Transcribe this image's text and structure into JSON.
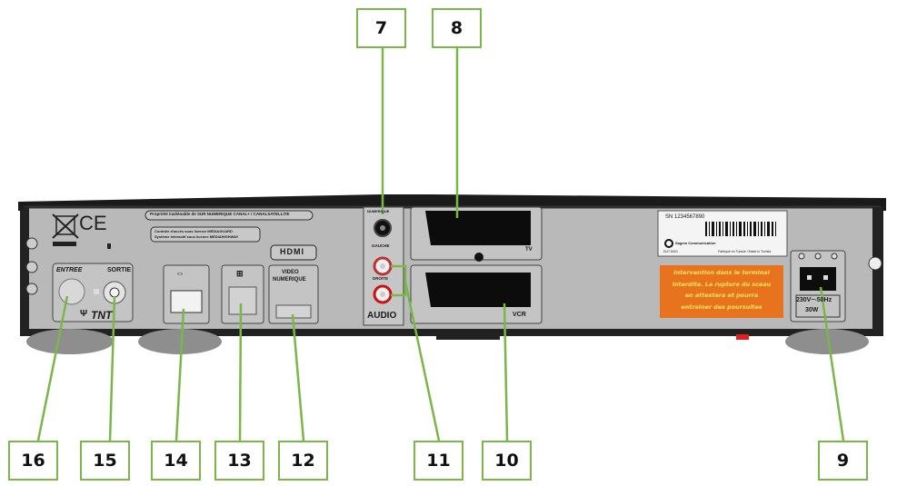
{
  "callouts": {
    "c7": "7",
    "c8": "8",
    "c9": "9",
    "c10": "10",
    "c11": "11",
    "c12": "12",
    "c13": "13",
    "c14": "14",
    "c15": "15",
    "c16": "16"
  },
  "panel": {
    "ce_mark": "CE",
    "property_text": "Propriété inaliénable de SUR NUMERIQUE CANAL+ / CANALSATELLITE",
    "access_text_1": "Contrôle d'accès sous licence MEDIAGUARD",
    "access_text_2": "Système interactif sous licence MEDIAHIGHWAY",
    "entree": "ENTREE",
    "sortie": "SORTIE",
    "tnt": "TNT",
    "hdmi_logo": "HDMI",
    "video_numerique_1": "VIDEO",
    "video_numerique_2": "NUMERIQUE",
    "audio_numerique": "NUMERIQUE",
    "gauche": "GAUCHE",
    "droite": "DROITE",
    "audio": "AUDIO",
    "tv": "TV",
    "vcr": "VCR",
    "serial": "SN 1234567890",
    "sagem": "Sagem Communication",
    "model": "DUT 8401",
    "made_in": "Fabriqué en Tunisie / Made in Tunisia",
    "warning": [
      "Intervention dans le terminal",
      "interdite. La rupture du sceau",
      "en attestera et pourra",
      "entrainer des poursuites"
    ],
    "power_1": "230V~-50Hz",
    "power_2": "30W"
  },
  "colors": {
    "callout_border": "#7ab648",
    "warning_bg": "#e8731e",
    "panel": "#b9b9b9"
  }
}
